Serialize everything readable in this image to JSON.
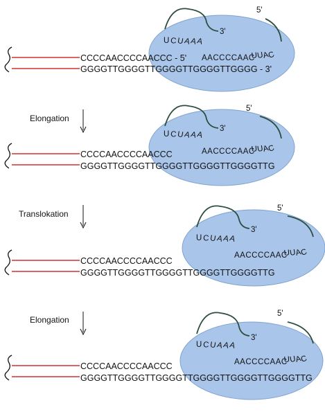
{
  "colors": {
    "enzyme_fill": "#a9c6ea",
    "enzyme_stroke": "#7fa2cf",
    "dna_strand": "#d0312f",
    "rna_loop": "#2d4d40",
    "text": "#111111"
  },
  "labels": {
    "five_prime": "5'",
    "three_prime": "3'",
    "step_1": "Elongation",
    "step_2": "Translokation",
    "step_3": "Elongation"
  },
  "panels": [
    {
      "top_strand": "CCCCAACCCCAACCC - 5'",
      "bottom_strand": "GGGGTTGGGGTTGGGGTTGGGGTTGGGG - 3'",
      "template_left": "UCUAAA",
      "template_middle": "AACCCCAAC",
      "template_right": "UUAC"
    },
    {
      "top_strand": "CCCCAACCCCAACCC",
      "bottom_strand": "GGGGTTGGGGTTGGGGTTGGGGTTGGGGTTG",
      "template_left": "UCUAAA",
      "template_middle": "AACCCCAAC",
      "template_right": "UUAC"
    },
    {
      "top_strand": "CCCCAACCCCAACCC",
      "bottom_strand": "GGGGTTGGGGTTGGGGTTGGGGTTGGGGTTG",
      "template_left": "UCUAAA",
      "template_middle": "AACCCCAAC",
      "template_right": "UUAC"
    },
    {
      "top_strand": "CCCCAACCCCAACCC",
      "bottom_strand": "GGGGTTGGGGTTGGGGTTGGGGTTGGGGTTGGGGTTG",
      "template_left": "UCUAAA",
      "template_middle": "AACCCCAAC",
      "template_right": "UUAC"
    }
  ]
}
